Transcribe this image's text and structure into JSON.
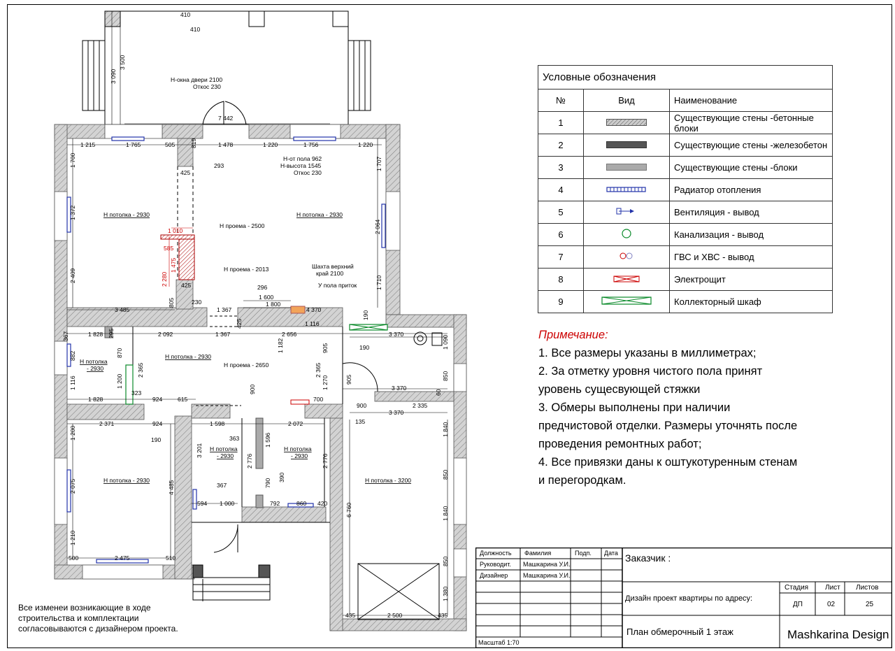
{
  "legend": {
    "title": "Условные обозначения",
    "headers": [
      "№",
      "Вид",
      "Наименование"
    ],
    "rows": [
      {
        "num": "1",
        "icon": "hatched-concrete-wall-icon",
        "name": "Существующие стены -бетонные блоки"
      },
      {
        "num": "2",
        "icon": "dark-concrete-wall-icon",
        "name": "Существующие стены -железобетон"
      },
      {
        "num": "3",
        "icon": "gray-block-wall-icon",
        "name": "Существующие стены -блоки"
      },
      {
        "num": "4",
        "icon": "radiator-icon",
        "name": "Радиатор отопления"
      },
      {
        "num": "5",
        "icon": "ventilation-arrow-icon",
        "name": "Вентиляция - вывод"
      },
      {
        "num": "6",
        "icon": "sewer-circle-icon",
        "name": "Канализация - вывод"
      },
      {
        "num": "7",
        "icon": "water-circles-icon",
        "name": "ГВС и ХВС - вывод"
      },
      {
        "num": "8",
        "icon": "electric-panel-icon",
        "name": "Электрощит"
      },
      {
        "num": "9",
        "icon": "collector-cabinet-icon",
        "name": "Коллекторный шкаф"
      }
    ]
  },
  "notes": {
    "heading": "Примечание:",
    "lines": [
      "1. Все размеры указаны в миллиметрах;",
      "2. За отметку уровня чистого пола принят",
      "уровень сущесвующей стяжки",
      "3. Обмеры выполнены при наличии",
      "предчистовой отделки. Размеры уточнять после",
      "проведения ремонтных работ;",
      "4. Все привязки даны к оштукотуренным стенам",
      "и перегородкам."
    ]
  },
  "bottom_note": "Все изменеи возникающие в ходе строительства и комплектации согласовываются с дизайнером проекта.",
  "title_block": {
    "col_headers": [
      "Должность",
      "Фамилия",
      "Подп.",
      "Дата"
    ],
    "roles": [
      {
        "role": "Руководит.",
        "name": "Машкарина У.И."
      },
      {
        "role": "Дизайнер",
        "name": "Машкарина У.И."
      }
    ],
    "scale": "Масштаб 1:70",
    "customer": "Заказчик :",
    "address": "Дизайн проект квартиры по адресу:",
    "stage_headers": [
      "Стадия",
      "Лист",
      "Листов"
    ],
    "stage_values": [
      "ДП",
      "02",
      "25"
    ],
    "sheet_title": "План обмерочный 1 этаж",
    "studio": "Mashkarina Design"
  },
  "plan": {
    "rooms": [
      "Н потолка - 2930",
      "Н потолка - 2930",
      "Н потолка - 2930",
      "Н потолка",
      "- 2930",
      "Н потолка - 2930",
      "Н потолка",
      "- 2930",
      "Н потолка",
      "- 2930",
      "Н потолка - 3200"
    ],
    "annotations": [
      "Н-окна двери 2100",
      "Откос 230",
      "Н-от пола 962",
      "Н-высота 1545",
      "Откос 230",
      "Н проема - 2500",
      "Н проема - 2013",
      "Шахта верхний",
      "край 2100",
      "У пола приток",
      "Н проема - 2650"
    ],
    "dims": [
      "410",
      "410",
      "3 090",
      "3 500",
      "7 442",
      "1 215",
      "1 765",
      "505",
      "819",
      "1 478",
      "1 220",
      "1 756",
      "1 220",
      "293",
      "425",
      "1 700",
      "1 707",
      "1 372",
      "2 064",
      "2 409",
      "1 710",
      "3 485",
      "805",
      "425",
      "230",
      "1 367",
      "296",
      "1 600",
      "1 800",
      "4 370",
      "1 116",
      "425",
      "1 828",
      "295",
      "2 092",
      "1 367",
      "2 656",
      "190",
      "3 370",
      "367",
      "882",
      "870",
      "1 182",
      "905",
      "190",
      "1 090",
      "2 365",
      "2 365",
      "1 200",
      "905",
      "1 116",
      "323",
      "900",
      "1 270",
      "3 370",
      "850",
      "1 828",
      "924",
      "615",
      "700",
      "60",
      "900",
      "2 335",
      "3 370",
      "2 371",
      "924",
      "1 598",
      "2 072",
      "135",
      "190",
      "363",
      "1 596",
      "1 840",
      "1 200",
      "3 201",
      "2 776",
      "2 776",
      "390",
      "790",
      "850",
      "2 075",
      "4 485",
      "367",
      "594",
      "1 000",
      "792",
      "860",
      "420",
      "6 760",
      "1 840",
      "1 210",
      "500",
      "2 475",
      "510",
      "850",
      "1 380",
      "435",
      "2 500",
      "435"
    ],
    "red_dims": [
      "1 010",
      "585",
      "2 280",
      "1 475"
    ]
  }
}
